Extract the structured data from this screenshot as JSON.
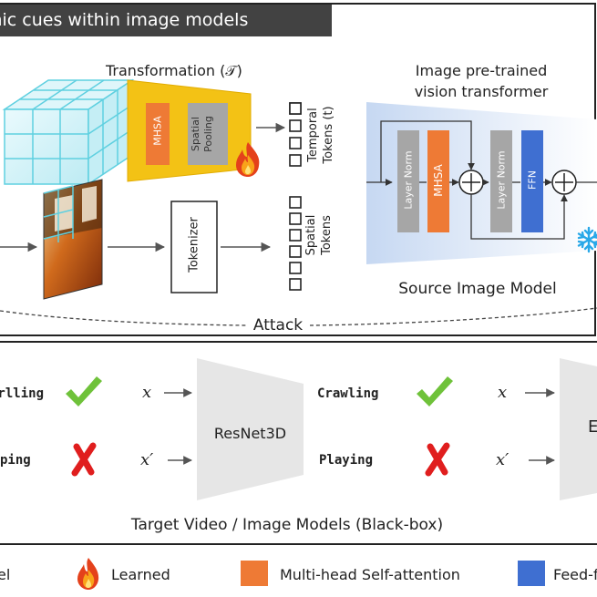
{
  "header": {
    "title": "mic cues within image models"
  },
  "top_panel": {
    "transformation_label": "Transformation (𝒯)",
    "mhsa_label": "MHSA",
    "spatial_pooling_label": "Spatial Pooling",
    "temporal_tokens_label": "Temporal Tokens (t)",
    "spatial_tokens_label": "Spatial Tokens",
    "tokenizer_label": "Tokenizer",
    "vit_title_line1": "Image pre-trained",
    "vit_title_line2": "vision transformer",
    "layer_norm_1": "Layer Norm",
    "mhsa_2": "MHSA",
    "layer_norm_2": "Layer Norm",
    "ffn_label": "FFN",
    "source_model_label": "Source Image Model",
    "attack_label": "Attack"
  },
  "bottom_panel": {
    "pred_clean_left": "rlling",
    "pred_adv_left": "ping",
    "x_clean_left": "x",
    "x_adv_left": "x′",
    "resnet_label": "ResNet3D",
    "pred_clean_right": "Crawling",
    "pred_adv_right": "Playing",
    "x_clean_right": "x",
    "x_adv_right": "x′",
    "right_model_partial": "E",
    "caption": "Target Video / Image Models (Black-box)"
  },
  "legend": {
    "item_partial": "el",
    "learned": "Learned",
    "mhsa": "Multi-head Self-attention",
    "ffn_partial": "Feed-f"
  },
  "colors": {
    "orange": "#ee7a35",
    "blue": "#3f6fd1",
    "gray_block": "#9e9e9e",
    "gold": "#f3c215",
    "check_green": "#6fc23a",
    "cross_red": "#e01e1e",
    "vit_gradient_start": "#c9daf3",
    "model_gray": "#e6e6e6"
  },
  "icons": [
    "fire-icon",
    "snowflake-icon",
    "checkmark-icon",
    "cross-icon",
    "video-cube-icon",
    "image-frame-icon"
  ]
}
